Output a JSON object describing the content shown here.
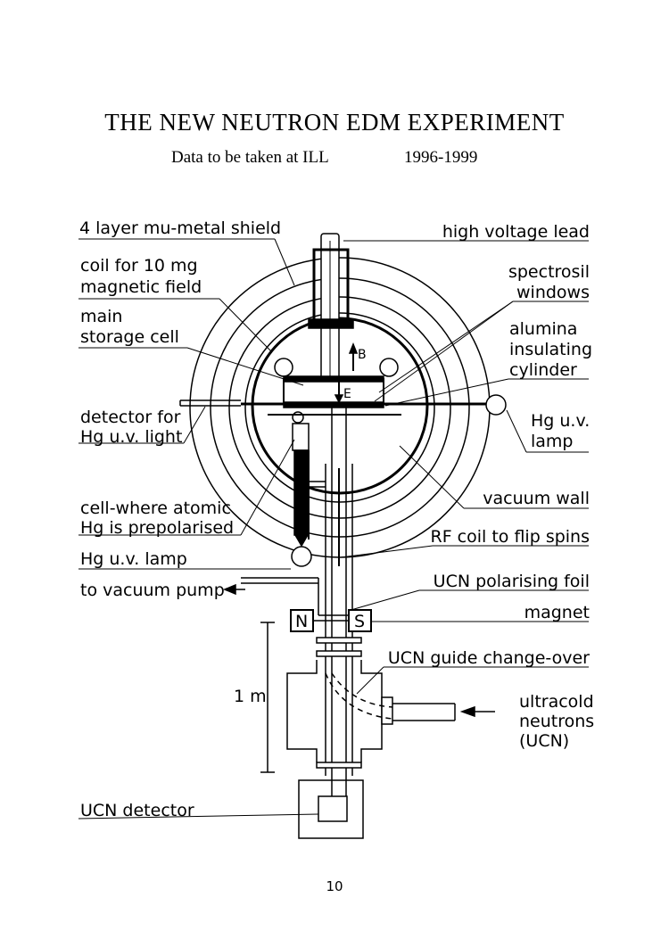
{
  "header": {
    "title": "THE NEW NEUTRON EDM EXPERIMENT",
    "subtitle_left": "Data to be taken at ILL",
    "subtitle_right": "1996-1999"
  },
  "labels": {
    "shield": "4 layer mu-metal shield",
    "coil_l1": "coil for 10 mg",
    "coil_l2": "magnetic field",
    "main_l1": "main",
    "main_l2": "storage cell",
    "det_l1": "detector for",
    "det_l2": "Hg u.v. light",
    "cellatom_l1": "cell-where atomic",
    "cellatom_l2": "Hg is prepolarised",
    "hglamp_left": "Hg u.v. lamp",
    "vacpump": "to vacuum pump",
    "ucndet": "UCN detector",
    "hv": "high voltage lead",
    "spec_l1": "spectrosil",
    "spec_l2": "windows",
    "alum_l1": "alumina",
    "alum_l2": "insulating",
    "alum_l3": "cylinder",
    "hglamp_r1": "Hg u.v.",
    "hglamp_r2": "lamp",
    "vacwall": "vacuum wall",
    "rfcoil": "RF coil to flip spins",
    "polfoil": "UCN polarising foil",
    "magnet": "magnet",
    "guide": "UCN guide change-over",
    "ucn_l1": "ultracold",
    "ucn_l2": "neutrons",
    "ucn_l3": "(UCN)",
    "scale": "1 m",
    "mag_n": "N",
    "mag_s": "S",
    "field_b": "B",
    "field_e": "E"
  },
  "page_number": "10"
}
